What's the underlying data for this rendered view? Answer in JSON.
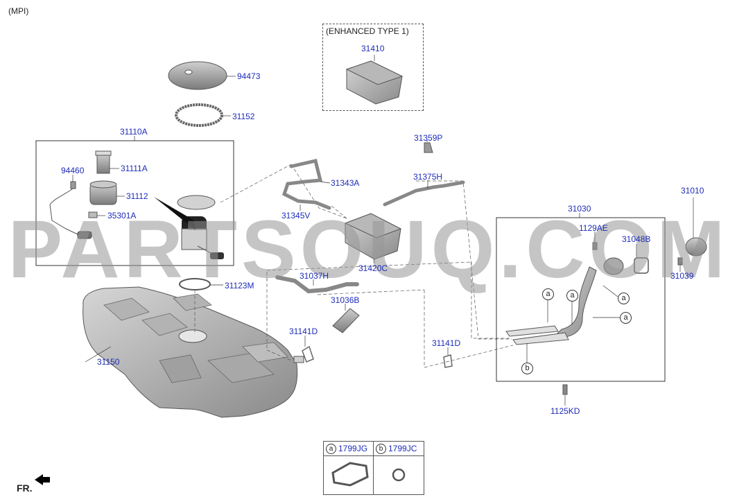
{
  "header": {
    "variant": "(MPI)",
    "enhanced_box": "(ENHANCED TYPE 1)"
  },
  "labels": {
    "p31410": "31410",
    "p94473": "94473",
    "p31152": "31152",
    "p31110A": "31110A",
    "p94460": "94460",
    "p31111A": "31111A",
    "p31112": "31112",
    "p35301A": "35301A",
    "p31359P": "31359P",
    "p31375H": "31375H",
    "p31343A": "31343A",
    "p31345V": "31345V",
    "p31420C": "31420C",
    "p31010": "31010",
    "p31030": "31030",
    "p1129AE": "1129AE",
    "p31048B": "31048B",
    "p31039": "31039",
    "p31123M": "31123M",
    "p31037H": "31037H",
    "p31036B": "31036B",
    "p31141D_left": "31141D",
    "p31141D_right": "31141D",
    "p31150": "31150",
    "p1125KD": "1125KD"
  },
  "callouts": {
    "a": "a",
    "b": "b"
  },
  "legend": {
    "a_letter": "a",
    "a_part": "1799JG",
    "b_letter": "b",
    "b_part": "1799JC"
  },
  "watermark": "PARTSOUQ.COM",
  "footer": {
    "direction": "FR."
  },
  "colors": {
    "label_blue": "#1d2bb8",
    "line": "#333333",
    "part_gray": "#9a9a9a"
  }
}
